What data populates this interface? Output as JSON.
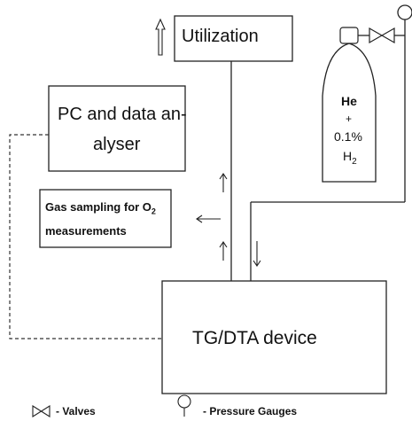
{
  "boxes": {
    "utilization": "Utilization",
    "pc_line1": "PC and data an-",
    "pc_line2": "alyser",
    "gas_line1": "Gas sampling for O",
    "gas_line1_sub": "2",
    "gas_line2": "measurements",
    "tg": "TG/DTA device"
  },
  "cylinder": {
    "line1": "He",
    "line2": "+",
    "line3": "0.1%",
    "line4": "H",
    "line4_sub": "2"
  },
  "legend": {
    "valves": "- Valves",
    "gauges": "- Pressure Gauges"
  },
  "icons": [
    "valve-icon",
    "pressure-gauge-icon",
    "up-arrow-icon",
    "down-arrow-icon",
    "left-arrow-icon",
    "hollow-up-arrow-icon"
  ]
}
